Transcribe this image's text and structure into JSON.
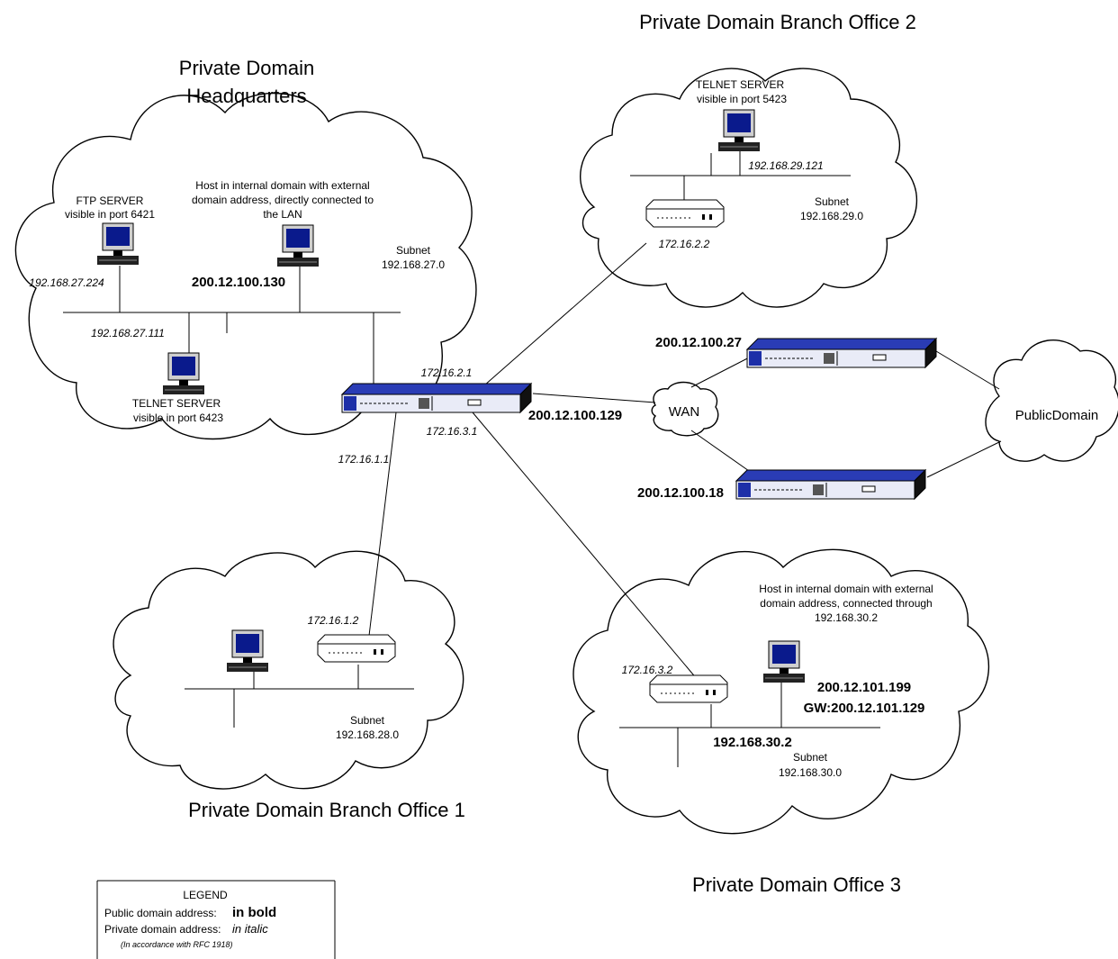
{
  "clouds": {
    "hq": {
      "title_line1": "Private Domain",
      "title_line2": "Headquarters",
      "ftp_line1": "FTP SERVER",
      "ftp_line2": "visible in port 6421",
      "host_line1": "Host in internal domain with external",
      "host_line2": "domain address, directly connected to",
      "host_line3": "the LAN",
      "host_ip": "200.12.100.130",
      "subnet_label": "Subnet",
      "subnet_ip": "192.168.27.0",
      "ftp_ip": "192.168.27.224",
      "telnet_ip": "192.168.27.111",
      "telnet_line1": "TELNET SERVER",
      "telnet_line2": "visible in port 6423"
    },
    "branch2": {
      "title": "Private Domain Branch Office 2",
      "telnet_line1": "TELNET SERVER",
      "telnet_line2": "visible in port 5423",
      "telnet_ip": "192.168.29.121",
      "subnet_label": "Subnet",
      "subnet_ip": "192.168.29.0",
      "router_ip": "172.16.2.2"
    },
    "branch1": {
      "title": "Private Domain Branch Office 1",
      "router_ip": "172.16.1.2",
      "subnet_label": "Subnet",
      "subnet_ip": "192.168.28.0"
    },
    "office3": {
      "title": "Private Domain Office 3",
      "host_line1": "Host in internal domain with external",
      "host_line2": "domain address, connected through",
      "host_line3": "192.168.30.2",
      "host_ip": "200.12.101.199",
      "host_gw": "GW:200.12.101.129",
      "router_ip": "172.16.3.2",
      "lan_ip": "192.168.30.2",
      "subnet_label": "Subnet",
      "subnet_ip": "192.168.30.0"
    },
    "public": {
      "label": "PublicDomain"
    }
  },
  "central": {
    "port_2": "172.16.2.1",
    "port_3": "172.16.3.1",
    "port_1": "172.16.1.1",
    "wan_ip": "200.12.100.129"
  },
  "wan": {
    "label": "WAN",
    "router_top_ip": "200.12.100.27",
    "router_bottom_ip": "200.12.100.18"
  },
  "legend": {
    "title": "LEGEND",
    "public_label": "Public domain address:",
    "public_value": "in bold",
    "private_label": "Private domain address:",
    "private_value": "in italic",
    "note": "(In accordance with RFC 1918)"
  },
  "colors": {
    "screen": "#0a1a8c",
    "device_blue": "#1d2fa8"
  }
}
